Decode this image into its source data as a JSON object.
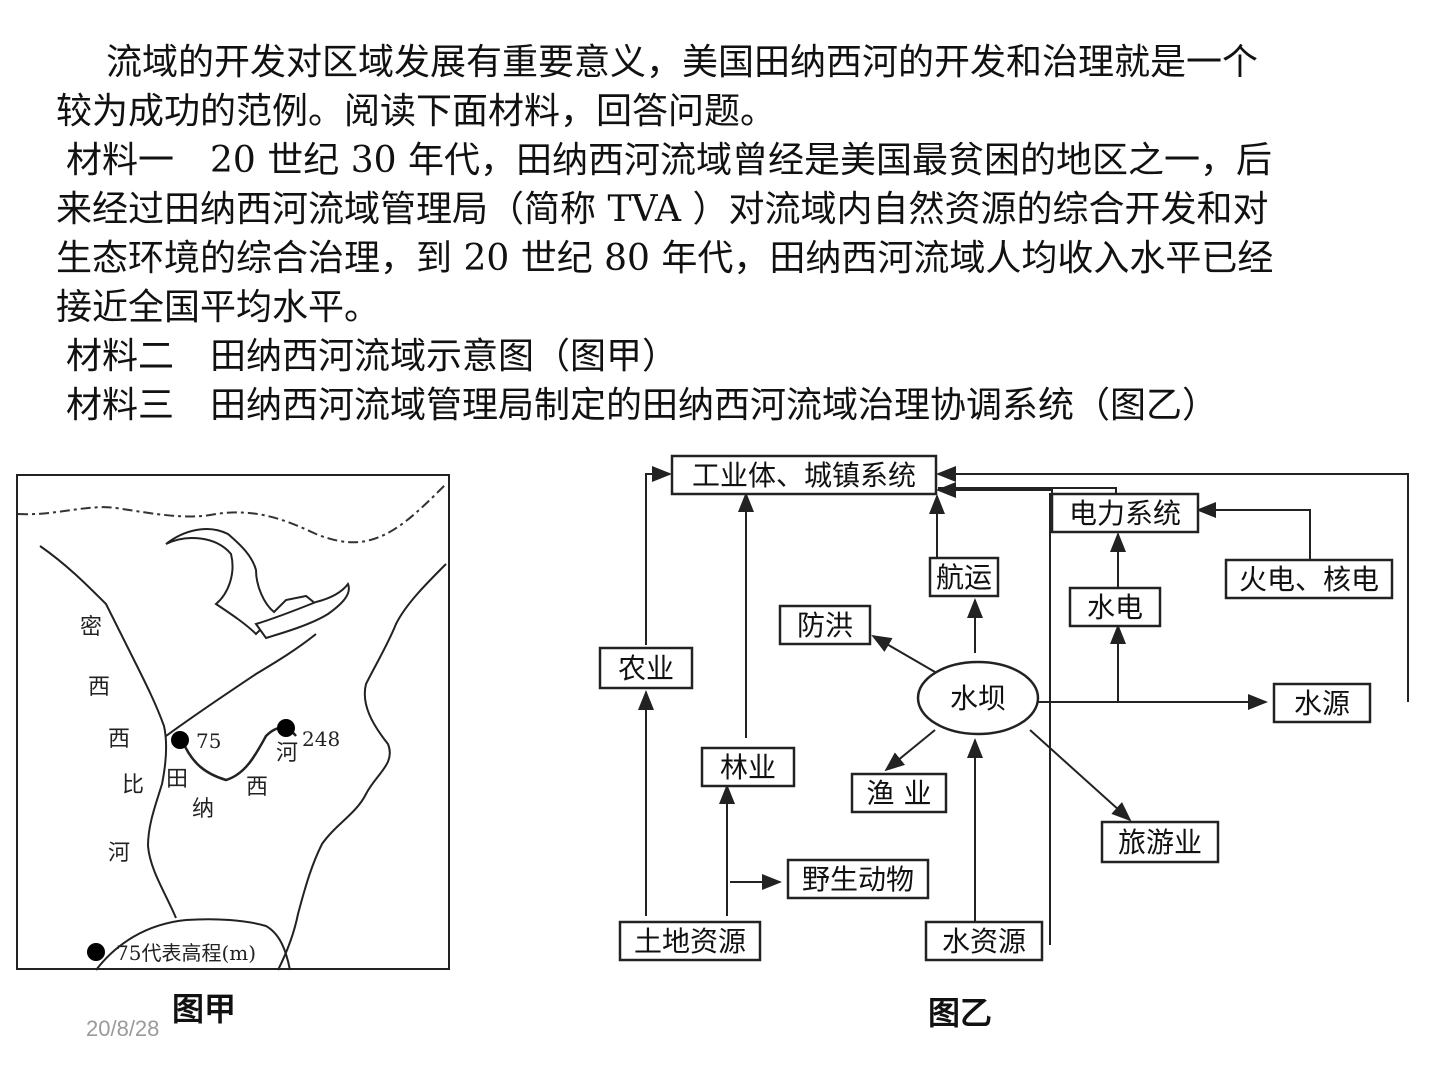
{
  "intro": {
    "line1": "流域的开发对区域发展有重要意义，美国田纳西河的开发和治理就是一个",
    "line2": "较为成功的范例。阅读下面材料，回答问题。"
  },
  "material1": {
    "line1": "材料一　20 世纪 30 年代，田纳西河流域曾经是美国最贫困的地区之一，后",
    "line2": "来经过田纳西河流域管理局（简称 TVA ）对流域内自然资源的综合开发和对",
    "line3": "生态环境的综合治理，到 20 世纪 80 年代，田纳西河流域人均收入水平已经",
    "line4": "接近全国平均水平。"
  },
  "material2": "材料二　田纳西河流域示意图（图甲）",
  "material3": "材料三　田纳西河流域管理局制定的田纳西河流域治理协调系统（图乙）",
  "map": {
    "caption": "图甲",
    "labels": {
      "mi1": "密",
      "mi2": "西",
      "mi3": "西",
      "mi4": "比",
      "mi5": "河",
      "tn1": "田",
      "tn2": "纳",
      "tn3": "西",
      "tn4": "河",
      "elev1": "75",
      "elev2": "248"
    },
    "legend": "75代表高程(m)"
  },
  "diagram": {
    "caption": "图乙",
    "nodes": {
      "industry": "工业体、城镇系统",
      "power": "电力系统",
      "shipping": "航运",
      "thermal": "火电、核电",
      "hydro": "水电",
      "flood": "防洪",
      "agriculture": "农业",
      "dam": "水坝",
      "water_source": "水源",
      "forestry": "林业",
      "fishery": "渔 业",
      "tourism": "旅游业",
      "wildlife": "野生动物",
      "land": "土地资源",
      "water_res": "水资源"
    }
  },
  "date": "20/8/28"
}
